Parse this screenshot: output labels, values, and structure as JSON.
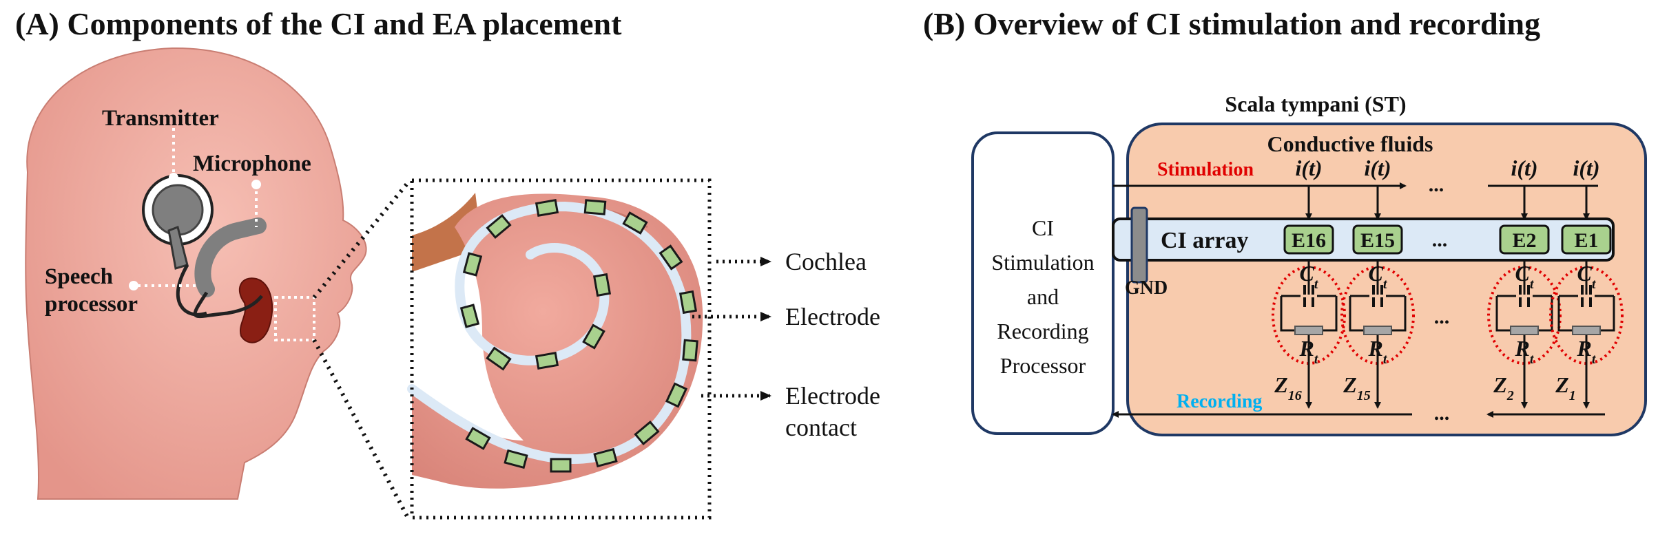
{
  "panel_a": {
    "title": "(A) Components of the CI and EA placement",
    "labels": {
      "transmitter": "Transmitter",
      "microphone": "Microphone",
      "speech_1": "Speech",
      "speech_2": "processor"
    },
    "callouts": {
      "cochlea": "Cochlea",
      "electrode": "Electrode",
      "contact_1": "Electrode",
      "contact_2": "contact"
    }
  },
  "panel_b": {
    "title": "(B) Overview of CI stimulation and recording",
    "scala": "Scala tympani (ST)",
    "fluids": "Conductive fluids",
    "processor_lines": [
      "CI",
      "Stimulation",
      "and",
      "Recording",
      "Processor"
    ],
    "stimulation": "Stimulation",
    "recording": "Recording",
    "array": "CI array",
    "gnd": "GND",
    "current": "i(t)",
    "ellipsis": "...",
    "electrodes": [
      "E16",
      "E15",
      "E2",
      "E1"
    ],
    "cap_label": "C",
    "cap_sub": "t",
    "res_label": "R",
    "res_sub": "t",
    "impedances": [
      {
        "main": "Z",
        "sub": "16"
      },
      {
        "main": "Z",
        "sub": "15"
      },
      {
        "main": "Z",
        "sub": "2"
      },
      {
        "main": "Z",
        "sub": "1"
      }
    ]
  },
  "colors": {
    "skin": "#f0aca0",
    "cochlea_skin": "#e8968a",
    "device_gray": "#7f7f7f",
    "array_blue": "#dce9f6",
    "electrode_green": "#a9d18e",
    "fluid_orange": "#f8cbad",
    "border_navy": "#1f3864",
    "stim_red": "#e00000",
    "rec_blue": "#00b0f0"
  }
}
